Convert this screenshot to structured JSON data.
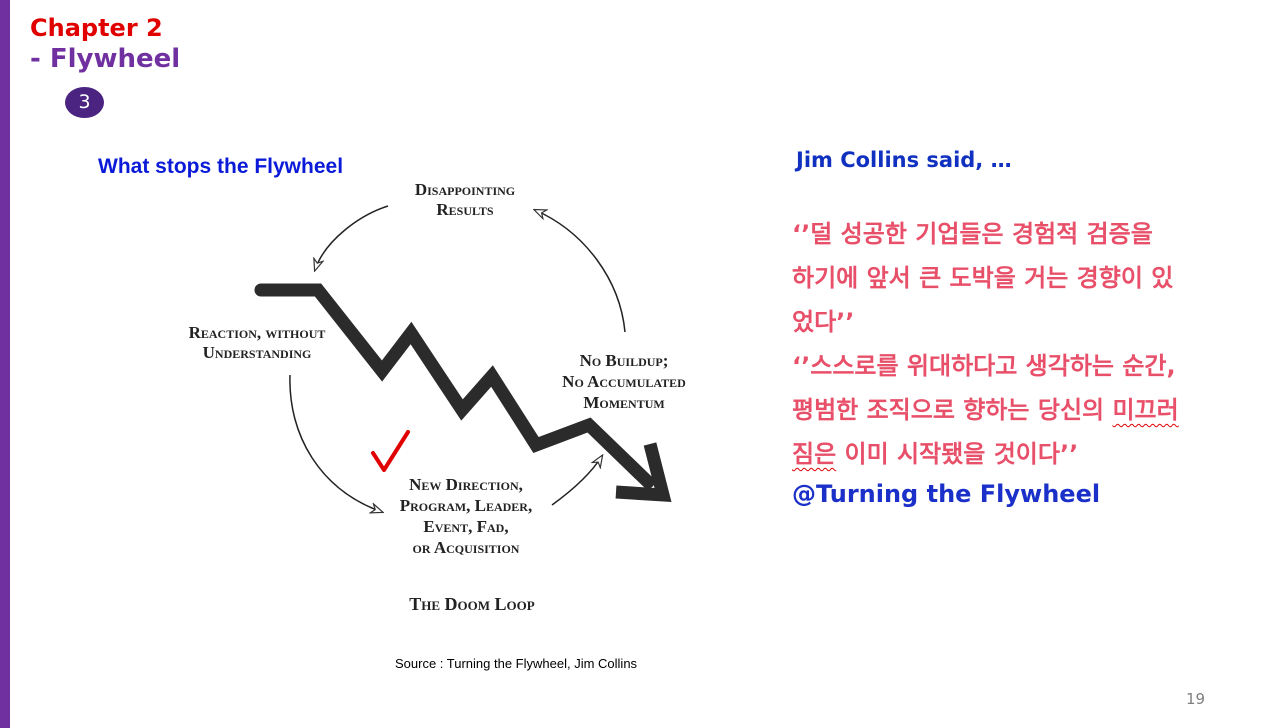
{
  "slide": {
    "chapter": "Chapter 2",
    "subtitle": "- Flywheel",
    "step_number": "3",
    "page_number": "19"
  },
  "diagram": {
    "title": "What stops the Flywheel",
    "labels": {
      "disappointing_l1": "Disappointing",
      "disappointing_l2": "Results",
      "reaction_l1": "Reaction, without",
      "reaction_l2": "Understanding",
      "buildup_l1": "No Buildup;",
      "buildup_l2": "No Accumulated",
      "buildup_l3": "Momentum",
      "direction_l1": "New Direction,",
      "direction_l2": "Program, Leader,",
      "direction_l3": "Event, Fad,",
      "direction_l4": "or Acquisition",
      "caption": "The Doom Loop"
    },
    "source": "Source : Turning the Flywheel, Jim Collins"
  },
  "quotes": {
    "heading": "Jim Collins said, …",
    "quote1": "‘’덜 성공한 기업들은 경험적 검증을 하기에 앞서 큰 도박을 거는 경향이 있었다’’",
    "quote2_before": "‘’스스로를 위대하다고 생각하는 순간, 평범한 조직으로 향하는 당신의 ",
    "quote2_underlined": "미끄러짐은",
    "quote2_after": " 이미 시작됐을 것이다’’",
    "book_reference": "@Turning the Flywheel"
  },
  "colors": {
    "accent_purple": "#7030a0",
    "chapter_red": "#e00000",
    "heading_blue": "#0a1ad8",
    "quote_pink": "#e8506a",
    "checkmark_red": "#e00000"
  }
}
